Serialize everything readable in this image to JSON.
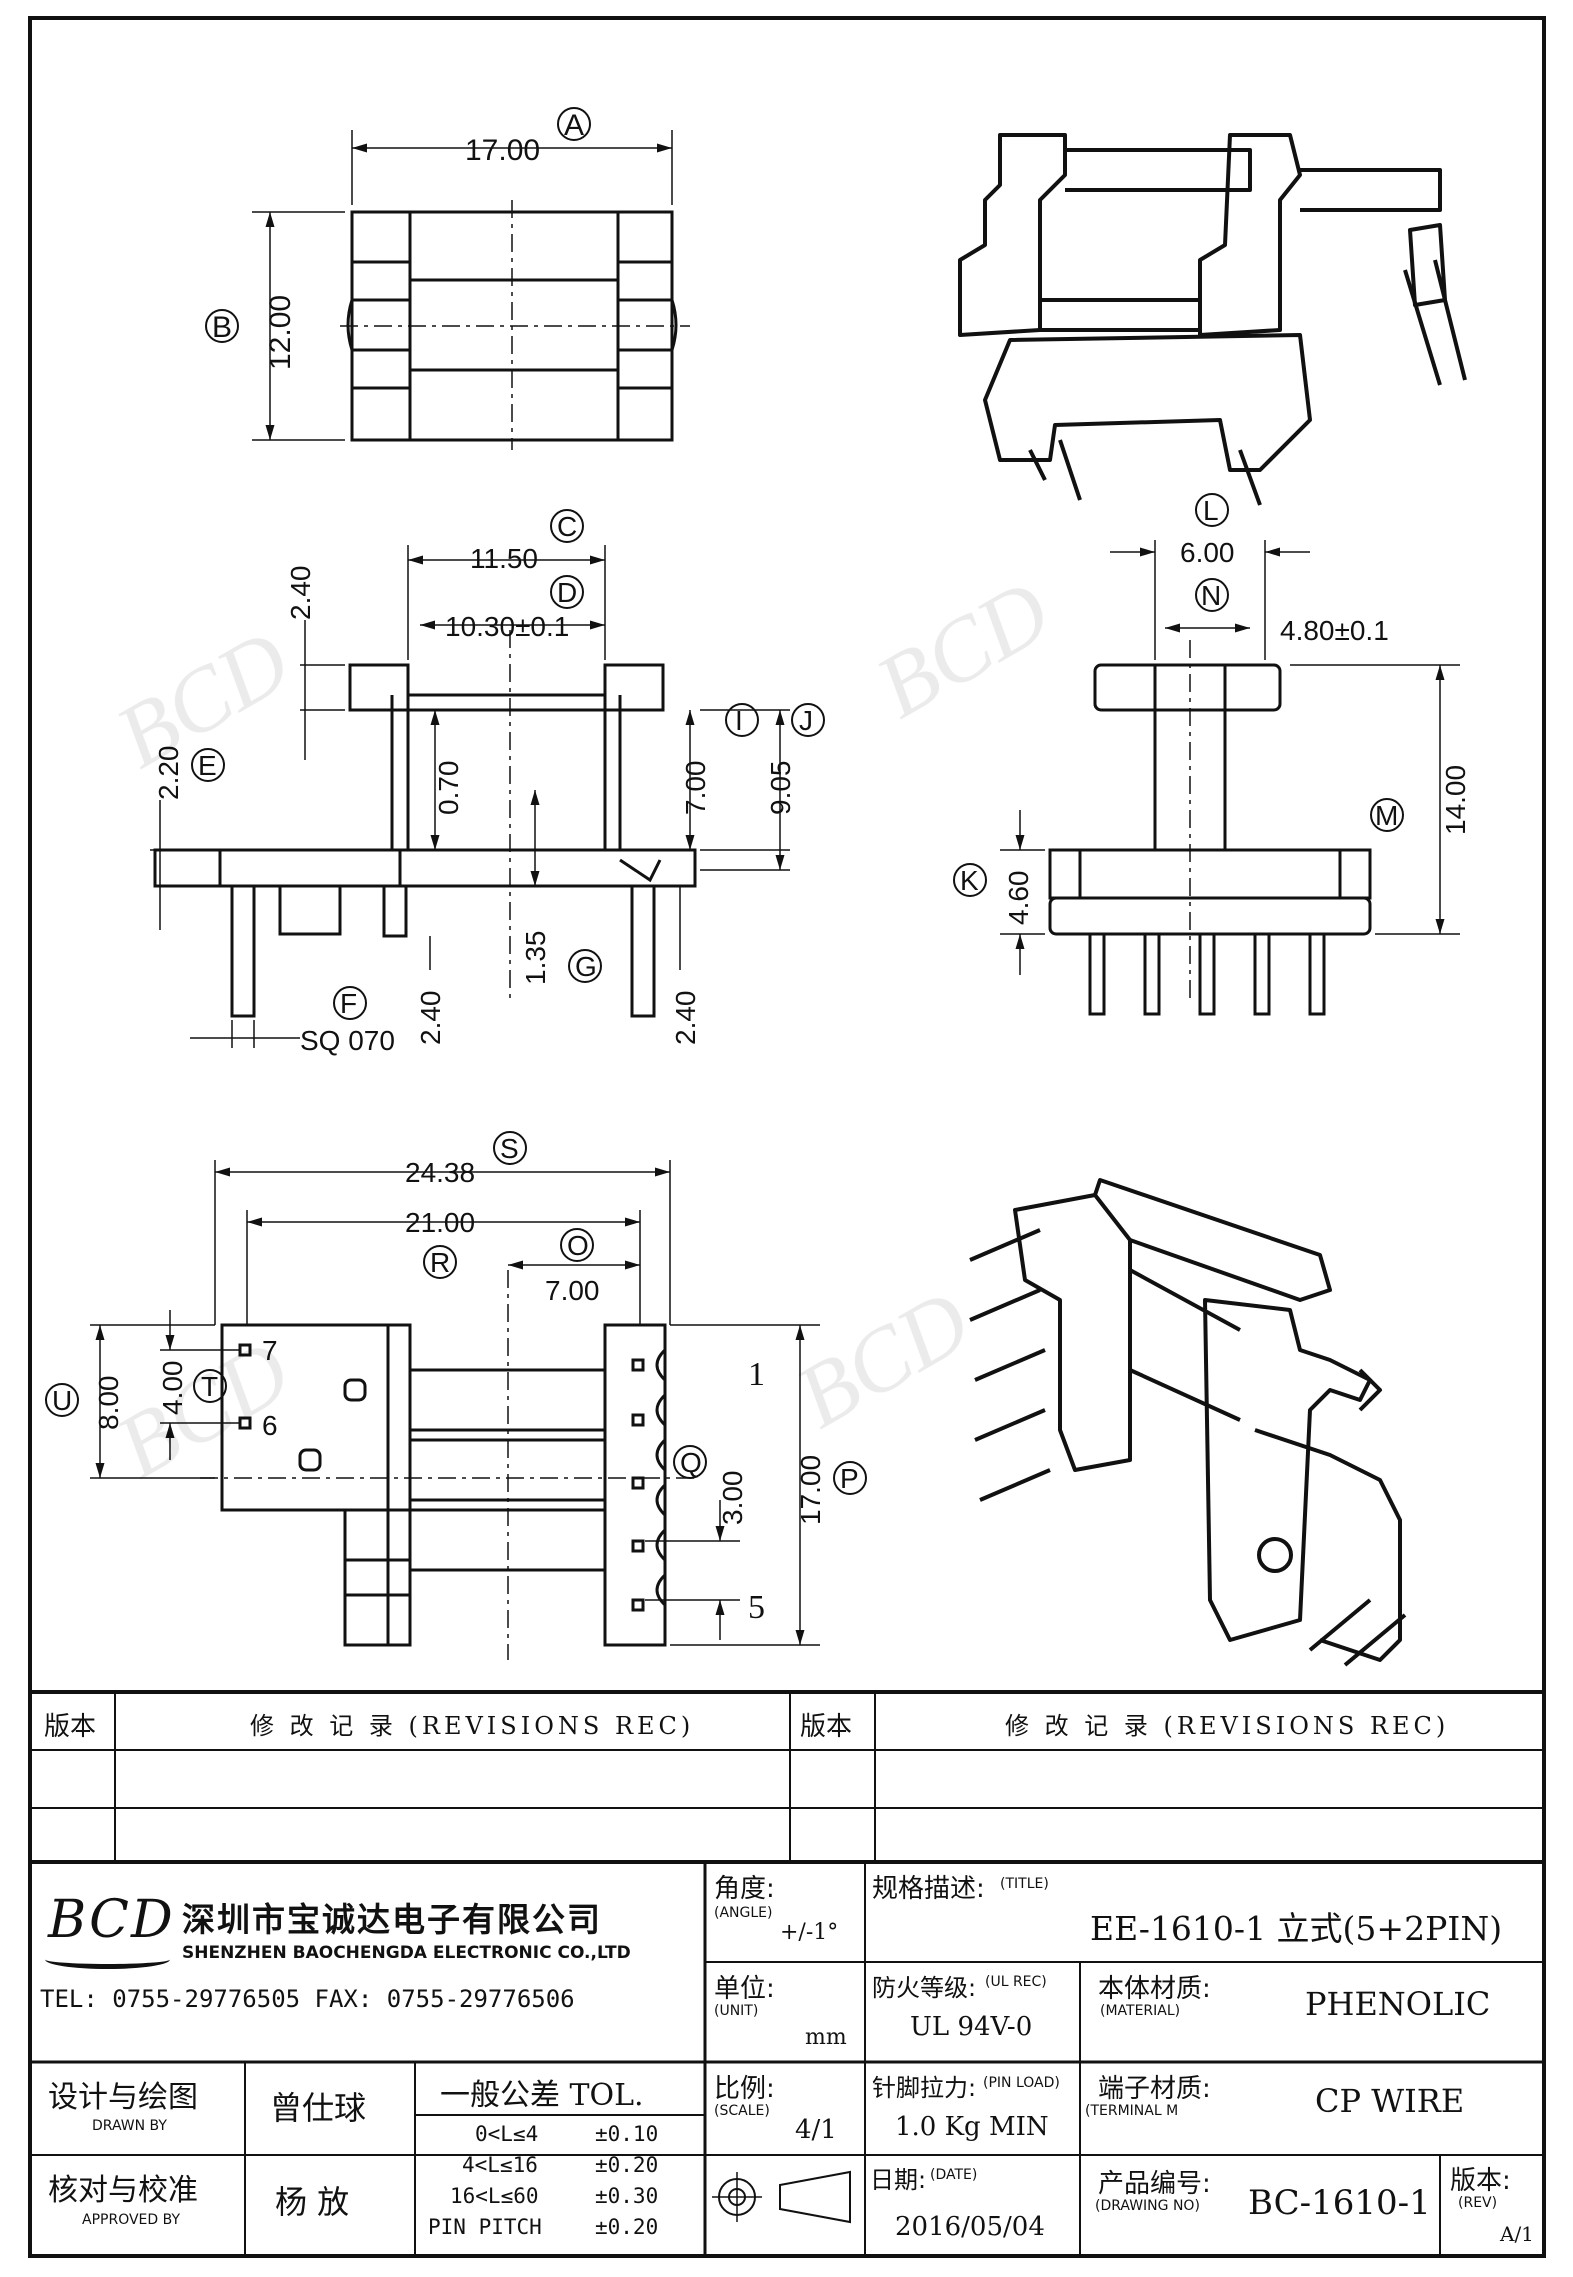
{
  "dims": {
    "A": "A",
    "B": "B",
    "C": "C",
    "D": "D",
    "E": "E",
    "F": "F",
    "G": "G",
    "I": "I",
    "J": "J",
    "K": "K",
    "L": "L",
    "M": "M",
    "N": "N",
    "O": "O",
    "P": "P",
    "Q": "Q",
    "R": "R",
    "S": "S",
    "T": "T",
    "U": "U",
    "a_val": "17.00",
    "b_val": "12.00",
    "c_val": "11.50",
    "d_val": "10.30±0.1",
    "e_val": "2.20",
    "top_240": "2.40",
    "v070": "0.70",
    "v700": "7.00",
    "v905": "9.05",
    "v135": "1.35",
    "v240a": "2.40",
    "v240b": "2.40",
    "sq": "SQ 070",
    "l_val": "6.00",
    "n_val": "4.80±0.1",
    "m_val": "14.00",
    "k_val": "4.60",
    "s_val": "24.38",
    "r_val": "21.00",
    "o_val": "7.00",
    "p_val": "17.00",
    "q_val": "3.00",
    "u_val": "8.00",
    "t_val": "4.00",
    "pin7": "7",
    "pin6": "6",
    "pin1": "1",
    "pin5": "5"
  },
  "revisions": {
    "col1": "版本",
    "col2": "修 改 记 录 (REVISIONS REC)",
    "col3": "版本",
    "col4": "修 改 记 录 (REVISIONS REC)"
  },
  "company": {
    "logo": "BCD",
    "name_cn": "深圳市宝诚达电子有限公司",
    "name_en": "SHENZHEN BAOCHENGDA ELECTRONIC CO.,LTD",
    "contact": "TEL: 0755-29776505  FAX: 0755-29776506"
  },
  "titleblock": {
    "angle_label": "角度:",
    "angle_en": "(ANGLE)",
    "angle_val": "+/-1°",
    "title_label": "规格描述:",
    "title_en": "(TITLE)",
    "title_val": "EE-1610-1 立式(5+2PIN)",
    "unit_label": "单位:",
    "unit_en": "(UNIT)",
    "unit_val": "mm",
    "ul_label": "防火等级:",
    "ul_en": "(UL REC)",
    "ul_val": "UL 94V-0",
    "material_label": "本体材质:",
    "material_en": "(MATERIAL)",
    "material_val": "PHENOLIC",
    "drawn_label": "设计与绘图",
    "drawn_en": "DRAWN BY",
    "drawn_val": "曾仕球",
    "tol_label": "一般公差 TOL.",
    "tol_rows": [
      {
        "range": "0<L≤4",
        "tol": "±0.10"
      },
      {
        "range": "4<L≤16",
        "tol": "±0.20"
      },
      {
        "range": "16<L≤60",
        "tol": "±0.30"
      },
      {
        "range": "PIN PITCH",
        "tol": "±0.20"
      }
    ],
    "scale_label": "比例:",
    "scale_en": "(SCALE)",
    "scale_val": "4/1",
    "pin_load_label": "针脚拉力:",
    "pin_load_en": "(PIN LOAD)",
    "pin_load_val": "1.0 Kg MIN",
    "terminal_label": "端子材质:",
    "terminal_en": "(TERMINAL M",
    "terminal_val": "CP WIRE",
    "approved_label": "核对与校准",
    "approved_en": "APPROVED BY",
    "approved_val": "杨  放",
    "date_label": "日期:",
    "date_en": "(DATE)",
    "date_val": "2016/05/04",
    "drawing_label": "产品编号:",
    "drawing_en": "(DRAWING NO)",
    "drawing_val": "BC-1610-1",
    "rev_label": "版本:",
    "rev_en": "(REV)",
    "rev_val": "A/1"
  }
}
